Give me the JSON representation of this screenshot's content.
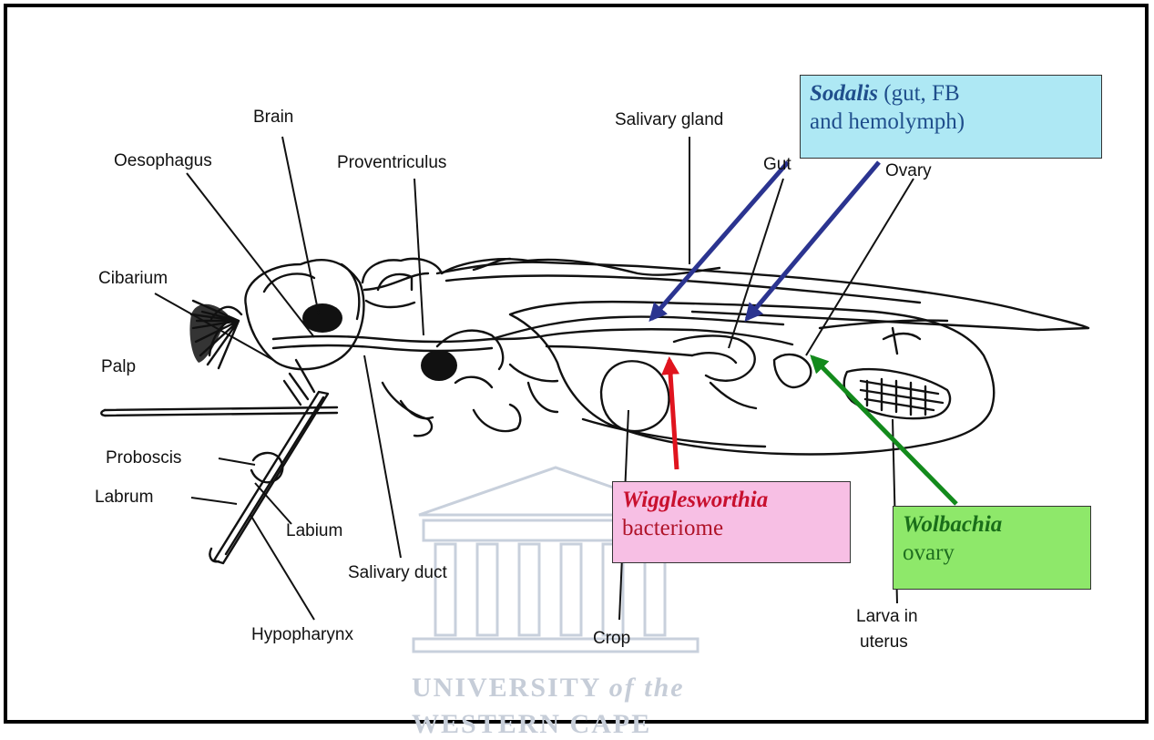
{
  "labels": {
    "brain": "Brain",
    "oesophagus": "Oesophagus",
    "proventriculus": "Proventriculus",
    "salivary_gland": "Salivary gland",
    "gut": "Gut",
    "ovary": "Ovary",
    "cibarium": "Cibarium",
    "palp": "Palp",
    "proboscis": "Proboscis",
    "labrum": "Labrum",
    "labium": "Labium",
    "salivary_duct": "Salivary duct",
    "hypopharynx": "Hypopharynx",
    "crop": "Crop",
    "larva_in": "Larva in",
    "uterus": "uterus"
  },
  "callouts": {
    "sodalis": {
      "name": "Sodalis",
      "rest1": " (gut, FB",
      "rest2": "and hemolymph)",
      "color": "#aee8f4"
    },
    "wigglesworthia": {
      "name": "Wigglesworthia",
      "rest": "bacteriome",
      "color": "#f7bfe4"
    },
    "wolbachia": {
      "name": "Wolbachia",
      "rest": "ovary",
      "color": "#8ee86a"
    }
  },
  "arrow_colors": {
    "sodalis": "#2b3490",
    "wigglesworthia": "#e0141e",
    "wolbachia": "#138a1c"
  },
  "watermark": {
    "line1": "UNIVERSITY",
    "line1_italic": "of the",
    "line2": "WESTERN CAPE"
  }
}
